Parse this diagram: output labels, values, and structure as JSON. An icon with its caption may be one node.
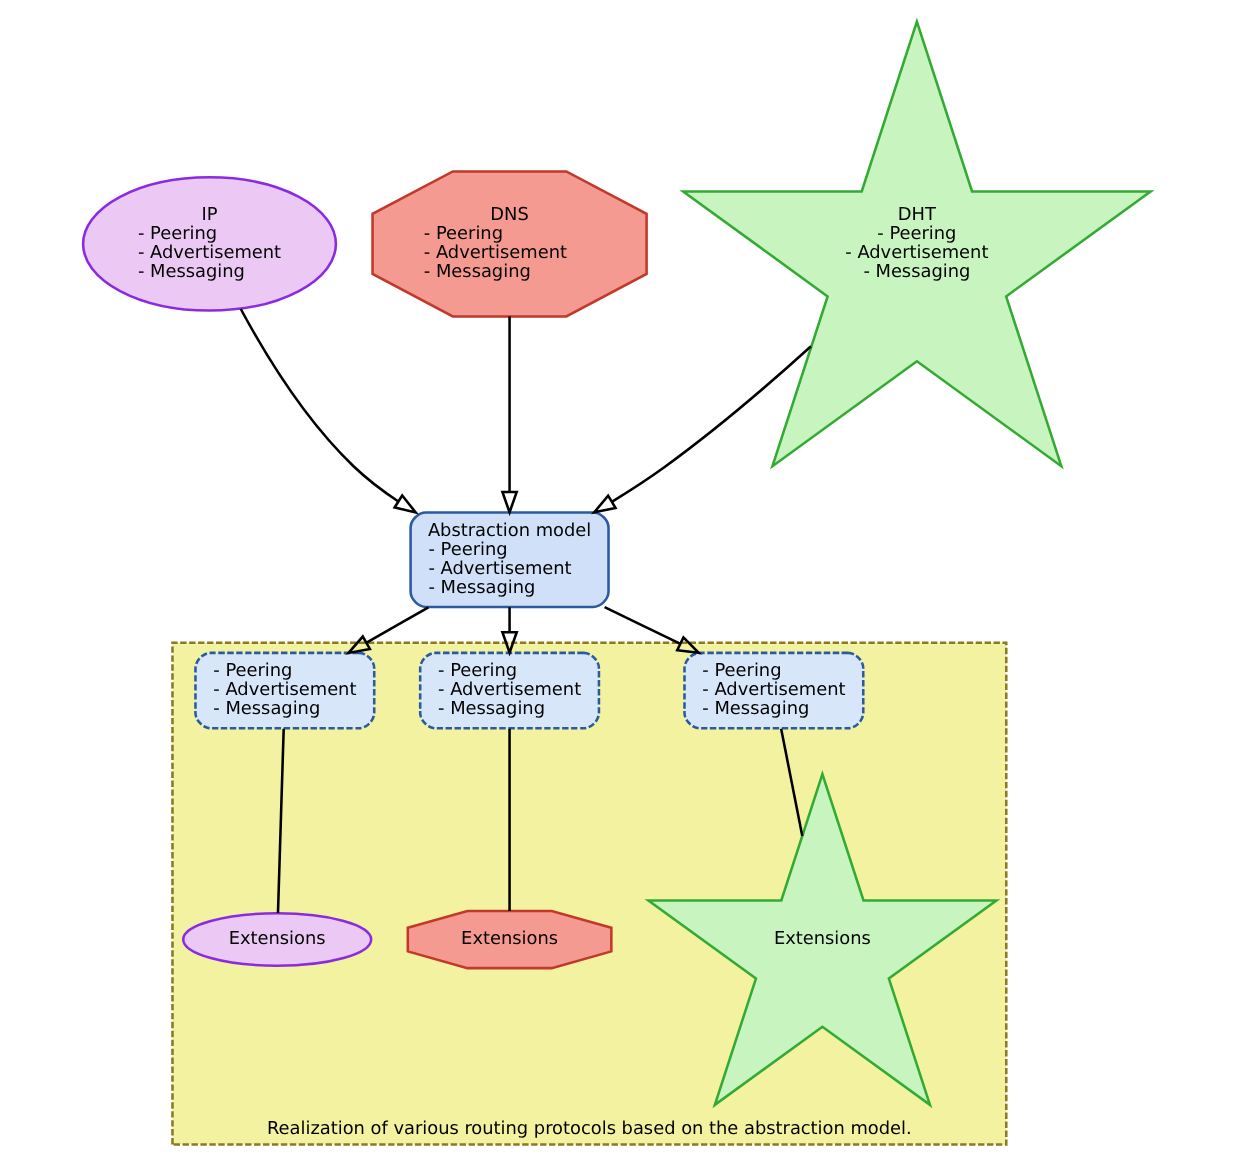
{
  "diagram": {
    "nodes": [
      {
        "text": [
          "IP",
          "- Peering",
          "- Advertisement",
          "- Messaging"
        ]
      },
      {
        "text": [
          "DNS",
          "- Peering",
          "- Advertisement",
          "- Messaging"
        ]
      },
      {
        "text": [
          "DHT",
          "- Peering",
          "- Advertisement",
          "- Messaging"
        ]
      },
      {
        "text": [
          "Abstraction model",
          "- Peering",
          "- Advertisement",
          "- Messaging"
        ]
      },
      {
        "text": [
          "Realization of various routing protocols based on the abstraction model."
        ]
      },
      {
        "text": [
          "- Peering",
          "- Advertisement",
          "- Messaging"
        ],
        "in": 4
      },
      {
        "text": [
          "- Peering",
          "- Advertisement",
          "- Messaging"
        ],
        "in": 4
      },
      {
        "text": [
          "- Peering",
          "- Advertisement",
          "- Messaging"
        ],
        "in": 4
      },
      {
        "text": [
          "Extensions"
        ],
        "in": 4
      },
      {
        "text": [
          "Extensions"
        ],
        "in": 4
      },
      {
        "text": [
          "Extensions"
        ],
        "in": 4
      }
    ],
    "edges": [
      {
        "from": 0,
        "to": 3,
        "arrow": "to"
      },
      {
        "from": 1,
        "to": 3,
        "arrow": "to"
      },
      {
        "from": 2,
        "to": 3,
        "arrow": "to"
      },
      {
        "from": 3,
        "to": 5,
        "arrow": "to"
      },
      {
        "from": 3,
        "to": 6,
        "arrow": "to"
      },
      {
        "from": 3,
        "to": 7,
        "arrow": "to"
      },
      {
        "from": 5,
        "to": 8,
        "arrow": "none"
      },
      {
        "from": 6,
        "to": 9,
        "arrow": "none"
      },
      {
        "from": 7,
        "to": 10,
        "arrow": "none"
      }
    ]
  }
}
